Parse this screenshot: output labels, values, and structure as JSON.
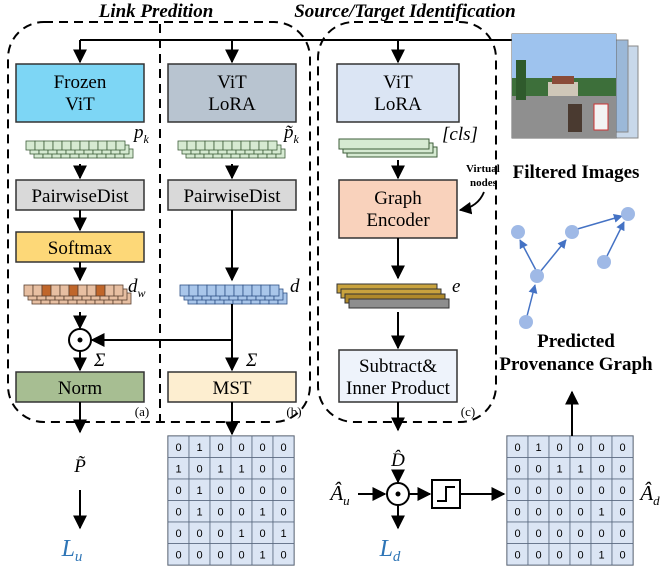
{
  "titles": {
    "link": "Link Predition",
    "source_target": "Source/Target Identification"
  },
  "panel_a": {
    "frozen_vit": [
      "Frozen",
      "ViT"
    ],
    "p_k": "p",
    "p_k_sub": "k",
    "pairwise": "PairwiseDist",
    "softmax": "Softmax",
    "d_w": "d",
    "d_w_sub": "w",
    "sigma": "Σ",
    "norm": "Norm",
    "tag": "(a)"
  },
  "panel_b": {
    "vit_lora": [
      "ViT",
      "LoRA"
    ],
    "p_tilde_k": "p̃",
    "p_tilde_k_sub": "k",
    "pairwise": "PairwiseDist",
    "d": "d",
    "sigma": "Σ",
    "mst": "MST",
    "tag": "(b)"
  },
  "panel_c": {
    "vit_lora": [
      "ViT",
      "LoRA"
    ],
    "cls": "[cls]",
    "graph_encoder": [
      "Graph",
      "Encoder"
    ],
    "virtual_nodes": [
      "Virtual",
      "nodes"
    ],
    "e": "e",
    "subtract": [
      "Subtract&",
      "Inner Product"
    ],
    "tag": "(c)"
  },
  "right": {
    "filtered_images": "Filtered Images",
    "predicted_graph": [
      "Predicted",
      "Provenance Graph"
    ]
  },
  "bottom": {
    "p_tilde": "P̃",
    "d_hat": "D̂",
    "a_u": "Â",
    "a_u_sub": "u",
    "a_d": "Â",
    "a_d_sub": "d",
    "l_u": "L",
    "l_u_sub": "u",
    "l_d": "L",
    "l_d_sub": "d"
  },
  "matrices": {
    "mst_matrix": [
      [
        "0",
        "1",
        "0",
        "0",
        "0",
        "0"
      ],
      [
        "1",
        "0",
        "1",
        "1",
        "0",
        "0"
      ],
      [
        "0",
        "1",
        "0",
        "0",
        "0",
        "0"
      ],
      [
        "0",
        "1",
        "0",
        "0",
        "1",
        "0"
      ],
      [
        "0",
        "0",
        "0",
        "1",
        "0",
        "1"
      ],
      [
        "0",
        "0",
        "0",
        "0",
        "1",
        "0"
      ]
    ],
    "output_matrix": [
      [
        "0",
        "1",
        "0",
        "0",
        "0",
        "0"
      ],
      [
        "0",
        "0",
        "1",
        "1",
        "0",
        "0"
      ],
      [
        "0",
        "0",
        "0",
        "0",
        "0",
        "0"
      ],
      [
        "0",
        "0",
        "0",
        "0",
        "1",
        "0"
      ],
      [
        "0",
        "0",
        "0",
        "0",
        "0",
        "0"
      ],
      [
        "0",
        "0",
        "0",
        "0",
        "1",
        "0"
      ]
    ]
  },
  "colors": {
    "frozen_vit": "#7dd6f5",
    "vit_lora_b": "#b8c4d0",
    "vit_lora_c": "#dbe5f4",
    "pairwise": "#d9d9d9",
    "softmax": "#fdd878",
    "norm": "#a7be92",
    "mst": "#fdeed0",
    "graph_encoder": "#f9d2bc",
    "subtract": "#eef3fb",
    "loss_blue": "#2e75b6",
    "graph_node": "#9fb9e6"
  }
}
